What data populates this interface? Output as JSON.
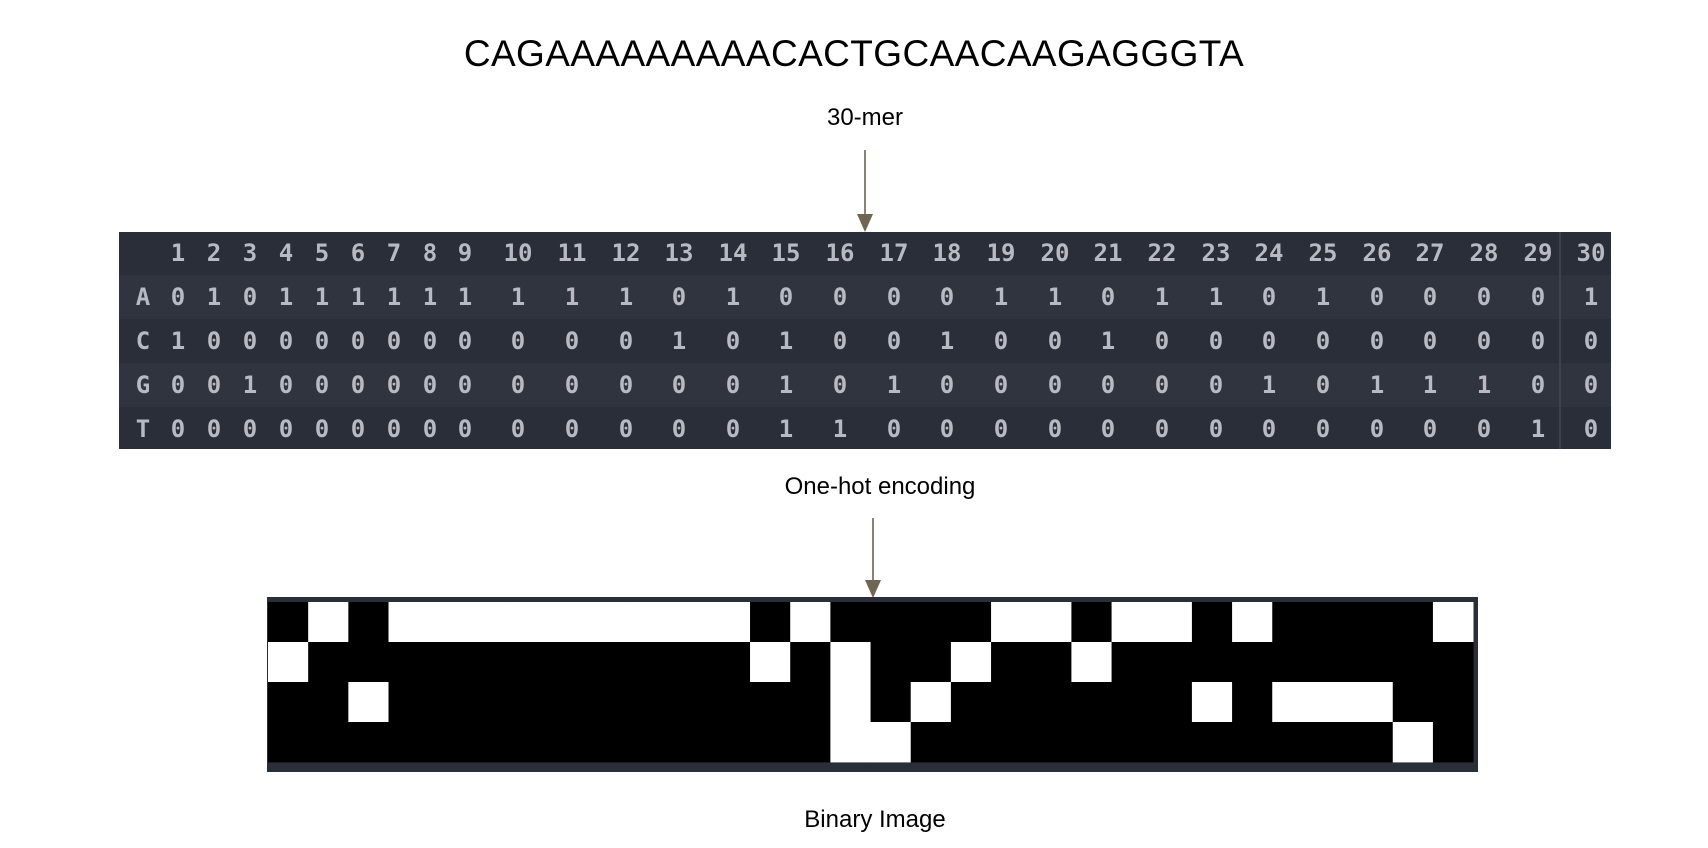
{
  "sequence": "CAGAAAAAAAAACACTGCAACAAGAGGGTA",
  "labels": {
    "kmer": "30-mer",
    "onehot": "One-hot encoding",
    "binary": "Binary Image"
  },
  "matrix": {
    "columns": [
      "1",
      "2",
      "3",
      "4",
      "5",
      "6",
      "7",
      "8",
      "9",
      "10",
      "11",
      "12",
      "13",
      "14",
      "15",
      "16",
      "17",
      "18",
      "19",
      "20",
      "21",
      "22",
      "23",
      "24",
      "25",
      "26",
      "27",
      "28",
      "29",
      "30"
    ],
    "rows": [
      {
        "base": "A",
        "values": [
          "0",
          "1",
          "0",
          "1",
          "1",
          "1",
          "1",
          "1",
          "1",
          "1",
          "1",
          "1",
          "0",
          "1",
          "0",
          "0",
          "0",
          "0",
          "1",
          "1",
          "0",
          "1",
          "1",
          "0",
          "1",
          "0",
          "0",
          "0",
          "0",
          "1"
        ]
      },
      {
        "base": "C",
        "values": [
          "1",
          "0",
          "0",
          "0",
          "0",
          "0",
          "0",
          "0",
          "0",
          "0",
          "0",
          "0",
          "1",
          "0",
          "1",
          "0",
          "0",
          "1",
          "0",
          "0",
          "1",
          "0",
          "0",
          "0",
          "0",
          "0",
          "0",
          "0",
          "0",
          "0"
        ]
      },
      {
        "base": "G",
        "values": [
          "0",
          "0",
          "1",
          "0",
          "0",
          "0",
          "0",
          "0",
          "0",
          "0",
          "0",
          "0",
          "0",
          "0",
          "1",
          "0",
          "1",
          "0",
          "0",
          "0",
          "0",
          "0",
          "0",
          "1",
          "0",
          "1",
          "1",
          "1",
          "0",
          "0"
        ]
      },
      {
        "base": "T",
        "values": [
          "0",
          "0",
          "0",
          "0",
          "0",
          "0",
          "0",
          "0",
          "0",
          "0",
          "0",
          "0",
          "0",
          "0",
          "1",
          "1",
          "0",
          "0",
          "0",
          "0",
          "0",
          "0",
          "0",
          "0",
          "0",
          "0",
          "0",
          "0",
          "1",
          "0"
        ]
      }
    ]
  },
  "colors": {
    "panel_background": "#2a2e38",
    "panel_text": "#b7bac3",
    "arrow": "#6e6552",
    "pixel_on": "#ffffff",
    "pixel_off": "#000000"
  }
}
